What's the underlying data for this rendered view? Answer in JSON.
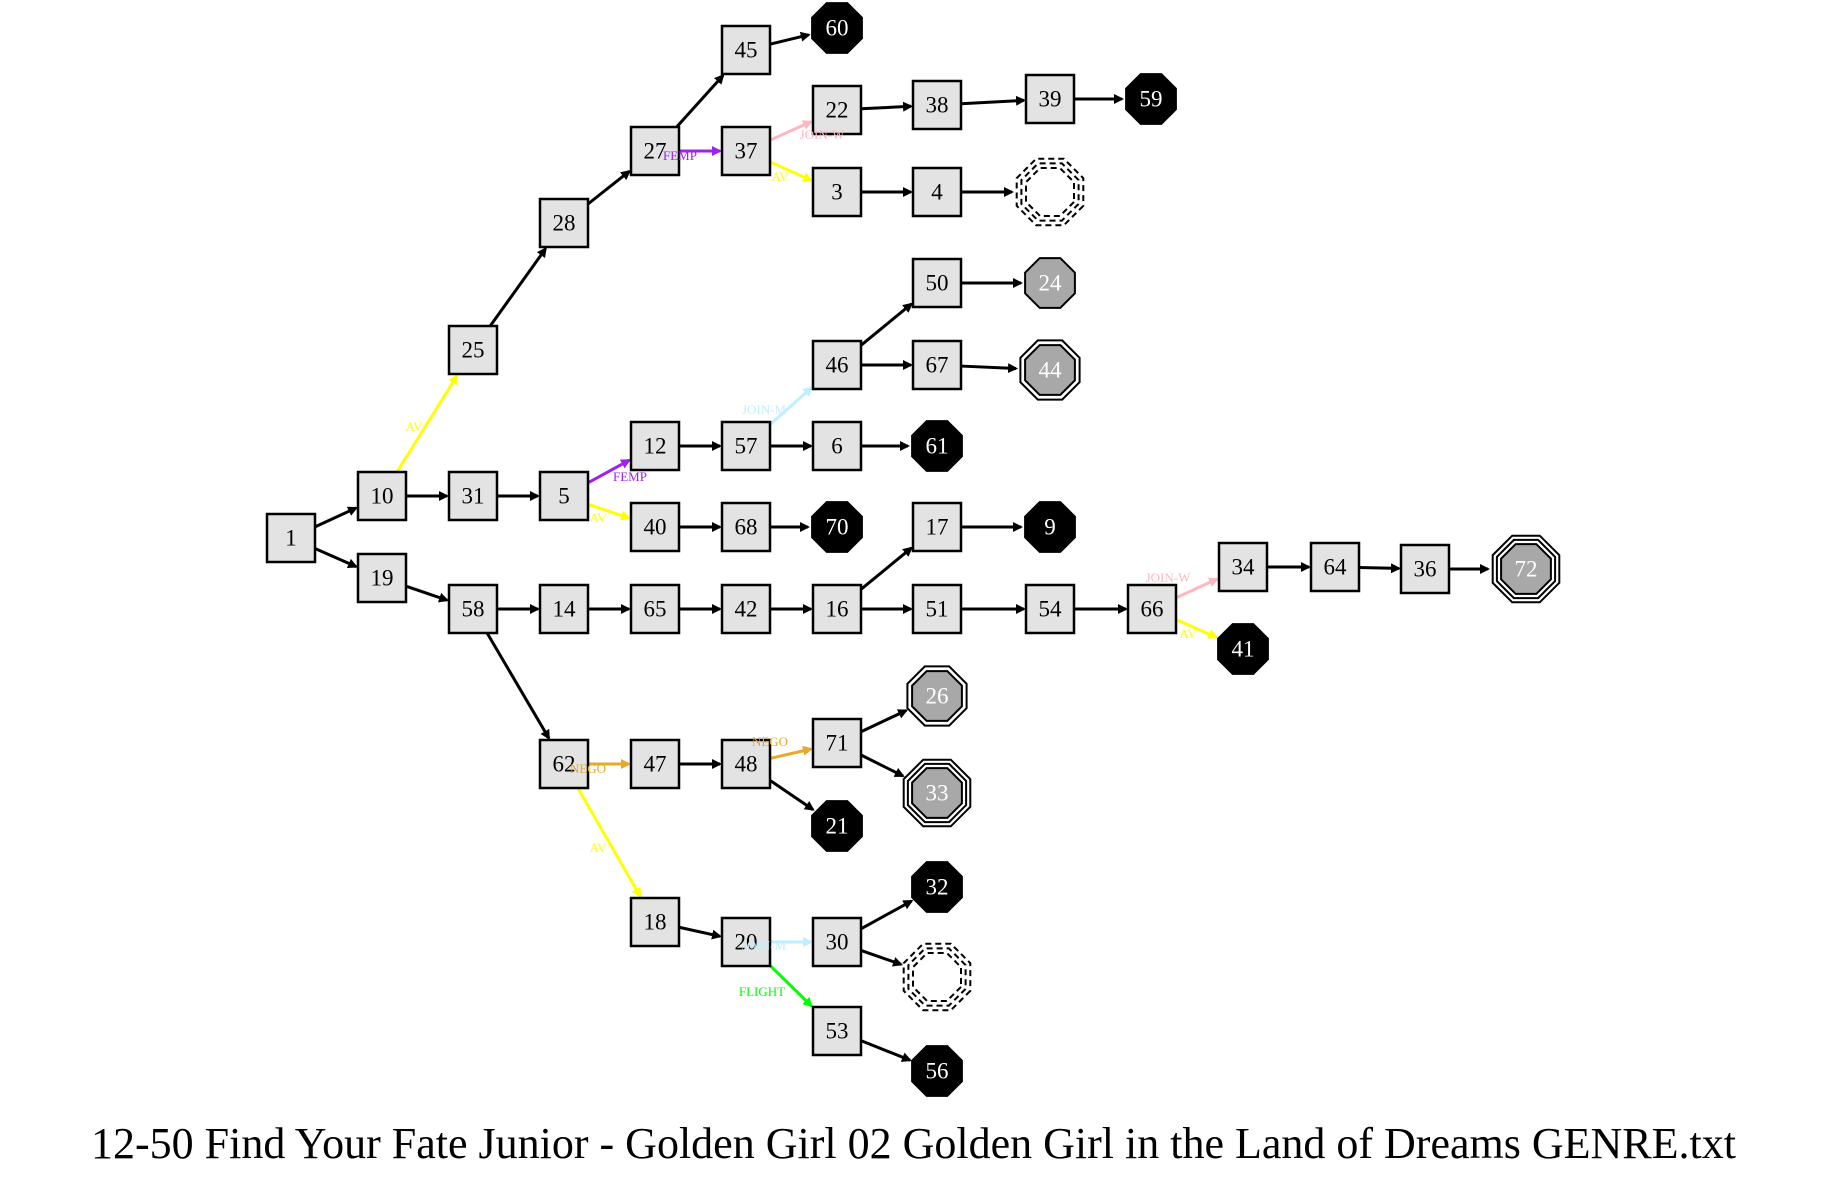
{
  "caption": "12-50 Find Your Fate Junior - Golden Girl 02 Golden Girl in the Land of Dreams GENRE.txt",
  "colors": {
    "default": "#000000",
    "AV": "#ffff00",
    "FEMP": "#a020f0",
    "JOIN-W": "#ffb6c1",
    "JOIN-M": "#bfefff",
    "NEGO": "#e8a828",
    "FLIGHT": "#00ff00",
    "box_fill": "#e3e3e3",
    "end_bad": "#000000",
    "end_good": "#a8a8a8"
  },
  "nodes": [
    {
      "id": "1",
      "label": "1",
      "shape": "box"
    },
    {
      "id": "10",
      "label": "10",
      "shape": "box"
    },
    {
      "id": "19",
      "label": "19",
      "shape": "box"
    },
    {
      "id": "25",
      "label": "25",
      "shape": "box"
    },
    {
      "id": "31",
      "label": "31",
      "shape": "box"
    },
    {
      "id": "28",
      "label": "28",
      "shape": "box"
    },
    {
      "id": "5",
      "label": "5",
      "shape": "box"
    },
    {
      "id": "58",
      "label": "58",
      "shape": "box"
    },
    {
      "id": "27",
      "label": "27",
      "shape": "box"
    },
    {
      "id": "12",
      "label": "12",
      "shape": "box"
    },
    {
      "id": "40",
      "label": "40",
      "shape": "box"
    },
    {
      "id": "14",
      "label": "14",
      "shape": "box"
    },
    {
      "id": "62",
      "label": "62",
      "shape": "box"
    },
    {
      "id": "45",
      "label": "45",
      "shape": "box"
    },
    {
      "id": "37",
      "label": "37",
      "shape": "box"
    },
    {
      "id": "57",
      "label": "57",
      "shape": "box"
    },
    {
      "id": "68",
      "label": "68",
      "shape": "box"
    },
    {
      "id": "65",
      "label": "65",
      "shape": "box"
    },
    {
      "id": "47",
      "label": "47",
      "shape": "box"
    },
    {
      "id": "18",
      "label": "18",
      "shape": "box"
    },
    {
      "id": "22",
      "label": "22",
      "shape": "box"
    },
    {
      "id": "3",
      "label": "3",
      "shape": "box"
    },
    {
      "id": "46",
      "label": "46",
      "shape": "box"
    },
    {
      "id": "6",
      "label": "6",
      "shape": "box"
    },
    {
      "id": "42",
      "label": "42",
      "shape": "box"
    },
    {
      "id": "48",
      "label": "48",
      "shape": "box"
    },
    {
      "id": "20",
      "label": "20",
      "shape": "box"
    },
    {
      "id": "38",
      "label": "38",
      "shape": "box"
    },
    {
      "id": "4",
      "label": "4",
      "shape": "box"
    },
    {
      "id": "50",
      "label": "50",
      "shape": "box"
    },
    {
      "id": "67",
      "label": "67",
      "shape": "box"
    },
    {
      "id": "16",
      "label": "16",
      "shape": "box"
    },
    {
      "id": "71",
      "label": "71",
      "shape": "box"
    },
    {
      "id": "30",
      "label": "30",
      "shape": "box"
    },
    {
      "id": "53",
      "label": "53",
      "shape": "box"
    },
    {
      "id": "39",
      "label": "39",
      "shape": "box"
    },
    {
      "id": "17",
      "label": "17",
      "shape": "box"
    },
    {
      "id": "51",
      "label": "51",
      "shape": "box"
    },
    {
      "id": "54",
      "label": "54",
      "shape": "box"
    },
    {
      "id": "66",
      "label": "66",
      "shape": "box"
    },
    {
      "id": "34",
      "label": "34",
      "shape": "box"
    },
    {
      "id": "64",
      "label": "64",
      "shape": "box"
    },
    {
      "id": "36",
      "label": "36",
      "shape": "box"
    },
    {
      "id": "60",
      "label": "60",
      "shape": "end-bad"
    },
    {
      "id": "59",
      "label": "59",
      "shape": "end-bad"
    },
    {
      "id": "61",
      "label": "61",
      "shape": "end-bad"
    },
    {
      "id": "70",
      "label": "70",
      "shape": "end-bad"
    },
    {
      "id": "9",
      "label": "9",
      "shape": "end-bad"
    },
    {
      "id": "41",
      "label": "41",
      "shape": "end-bad"
    },
    {
      "id": "21",
      "label": "21",
      "shape": "end-bad"
    },
    {
      "id": "32",
      "label": "32",
      "shape": "end-bad"
    },
    {
      "id": "56",
      "label": "56",
      "shape": "end-bad"
    },
    {
      "id": "24",
      "label": "24",
      "shape": "end-good"
    },
    {
      "id": "26",
      "label": "26",
      "shape": "end-good-double"
    },
    {
      "id": "44",
      "label": "44",
      "shape": "end-good-double"
    },
    {
      "id": "33",
      "label": "33",
      "shape": "end-good-triple"
    },
    {
      "id": "72",
      "label": "72",
      "shape": "end-good-triple"
    },
    {
      "id": "u1",
      "label": "",
      "shape": "dashed-end"
    },
    {
      "id": "u2",
      "label": "",
      "shape": "dashed-end"
    }
  ],
  "edges": [
    {
      "from": "1",
      "to": "10",
      "label": ""
    },
    {
      "from": "1",
      "to": "19",
      "label": ""
    },
    {
      "from": "10",
      "to": "25",
      "label": "AV"
    },
    {
      "from": "10",
      "to": "31",
      "label": ""
    },
    {
      "from": "25",
      "to": "28",
      "label": ""
    },
    {
      "from": "28",
      "to": "27",
      "label": ""
    },
    {
      "from": "27",
      "to": "45",
      "label": ""
    },
    {
      "from": "27",
      "to": "37",
      "label": "FEMP"
    },
    {
      "from": "45",
      "to": "60",
      "label": ""
    },
    {
      "from": "37",
      "to": "22",
      "label": "JOIN-W"
    },
    {
      "from": "37",
      "to": "3",
      "label": "AV"
    },
    {
      "from": "22",
      "to": "38",
      "label": ""
    },
    {
      "from": "38",
      "to": "39",
      "label": ""
    },
    {
      "from": "39",
      "to": "59",
      "label": ""
    },
    {
      "from": "3",
      "to": "4",
      "label": ""
    },
    {
      "from": "4",
      "to": "u1",
      "label": ""
    },
    {
      "from": "31",
      "to": "5",
      "label": ""
    },
    {
      "from": "5",
      "to": "12",
      "label": "FEMP"
    },
    {
      "from": "5",
      "to": "40",
      "label": "AV"
    },
    {
      "from": "12",
      "to": "57",
      "label": ""
    },
    {
      "from": "57",
      "to": "46",
      "label": "JOIN-M"
    },
    {
      "from": "57",
      "to": "6",
      "label": ""
    },
    {
      "from": "46",
      "to": "50",
      "label": ""
    },
    {
      "from": "46",
      "to": "67",
      "label": ""
    },
    {
      "from": "50",
      "to": "24",
      "label": ""
    },
    {
      "from": "67",
      "to": "44",
      "label": ""
    },
    {
      "from": "6",
      "to": "61",
      "label": ""
    },
    {
      "from": "40",
      "to": "68",
      "label": ""
    },
    {
      "from": "68",
      "to": "70",
      "label": ""
    },
    {
      "from": "19",
      "to": "58",
      "label": ""
    },
    {
      "from": "58",
      "to": "14",
      "label": ""
    },
    {
      "from": "58",
      "to": "62",
      "label": ""
    },
    {
      "from": "14",
      "to": "65",
      "label": ""
    },
    {
      "from": "65",
      "to": "42",
      "label": ""
    },
    {
      "from": "42",
      "to": "16",
      "label": ""
    },
    {
      "from": "16",
      "to": "17",
      "label": ""
    },
    {
      "from": "16",
      "to": "51",
      "label": ""
    },
    {
      "from": "17",
      "to": "9",
      "label": ""
    },
    {
      "from": "51",
      "to": "54",
      "label": ""
    },
    {
      "from": "54",
      "to": "66",
      "label": ""
    },
    {
      "from": "66",
      "to": "34",
      "label": "JOIN-W"
    },
    {
      "from": "66",
      "to": "41",
      "label": "AV"
    },
    {
      "from": "34",
      "to": "64",
      "label": ""
    },
    {
      "from": "64",
      "to": "36",
      "label": ""
    },
    {
      "from": "36",
      "to": "72",
      "label": ""
    },
    {
      "from": "62",
      "to": "47",
      "label": "NEGO"
    },
    {
      "from": "62",
      "to": "18",
      "label": "AV"
    },
    {
      "from": "47",
      "to": "48",
      "label": ""
    },
    {
      "from": "48",
      "to": "71",
      "label": "NEGO"
    },
    {
      "from": "48",
      "to": "21",
      "label": ""
    },
    {
      "from": "71",
      "to": "26",
      "label": ""
    },
    {
      "from": "71",
      "to": "33",
      "label": ""
    },
    {
      "from": "18",
      "to": "20",
      "label": ""
    },
    {
      "from": "20",
      "to": "30",
      "label": "JOIN-M"
    },
    {
      "from": "20",
      "to": "53",
      "label": "FLIGHT"
    },
    {
      "from": "30",
      "to": "32",
      "label": ""
    },
    {
      "from": "30",
      "to": "u2",
      "label": ""
    },
    {
      "from": "53",
      "to": "56",
      "label": ""
    }
  ]
}
